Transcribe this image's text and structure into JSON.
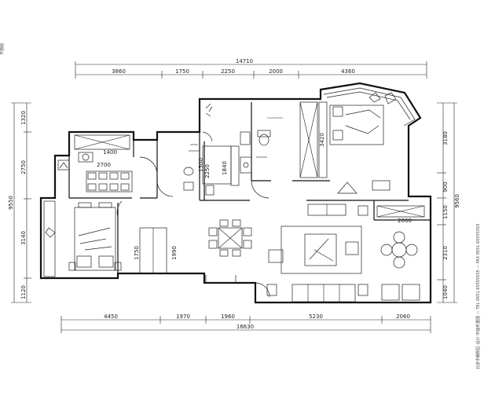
{
  "title": "Apartment floor plan",
  "top_dimensions": {
    "total": "14710",
    "segments": [
      "3860",
      "1750",
      "2250",
      "2000",
      "4360"
    ]
  },
  "bottom_dimensions": {
    "total": "16630",
    "segments": [
      "4450",
      "1970",
      "1960",
      "5230",
      "2060"
    ]
  },
  "left_dimensions": {
    "total": "9550",
    "segments": [
      "1320",
      "2750",
      "3140",
      "1120"
    ]
  },
  "right_dimensions": {
    "total": "9560",
    "segments": [
      "3180",
      "900",
      "1150",
      "2310",
      "1040"
    ]
  },
  "room_dimensions": {
    "d_1400": "1400",
    "d_2700": "2700",
    "d_1750": "1750",
    "d_1990": "1990",
    "d_1500": "1500",
    "d_2250": "2250",
    "d_1840": "1840",
    "d_3420": "3420",
    "d_2060": "2060"
  },
  "right_side_text": "北京市朝阳区·设计·平面布置图 — TEL 0551 65555555 — FAX 0551 65555555",
  "left_side_text": "平面图"
}
